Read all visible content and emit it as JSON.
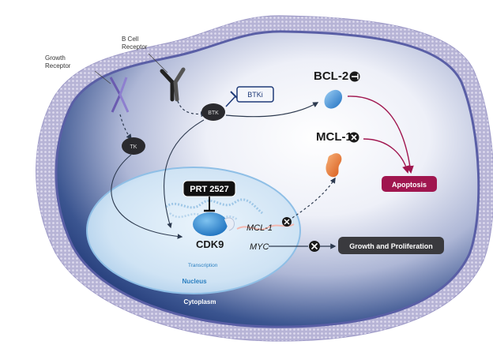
{
  "labels": {
    "growth_receptor": [
      "Growth",
      "Receptor"
    ],
    "b_cell_receptor": [
      "B Cell",
      "Receptor"
    ],
    "btki": "BTKi",
    "btk": "BTK",
    "tk": "TK",
    "bcl2": "BCL-2",
    "mcl1": "MCL-1",
    "apoptosis": "Apoptosis",
    "prt2527": "PRT 2527",
    "cdk9": "CDK9",
    "mcl1_gene": "MCL-1",
    "myc_gene": "MYC",
    "transcription": "Transcription",
    "growth_proliferation": "Growth and Proliferation",
    "nucleus": "Nucleus",
    "cytoplasm": "Cytoplasm"
  },
  "colors": {
    "membrane": "#b9b6d8",
    "membrane_dots": "#d8d6ec",
    "cytoplasm_dark": "#1f3a78",
    "cytoplasm_light": "#f2f4fa",
    "nucleus": "#cfe3f4",
    "dark_node": "#2a2a2e",
    "apoptosis": "#a0164f",
    "bcl2_blue": "#3e8ed8",
    "mcl1_orange": "#e8782f",
    "cdk9_blue": "#2c8fd6",
    "accent_text": "#2a7fc1"
  },
  "icons": {
    "inhibit": "x-circle-icon",
    "bcl2_inhibit": "t-bar-circle-icon"
  }
}
